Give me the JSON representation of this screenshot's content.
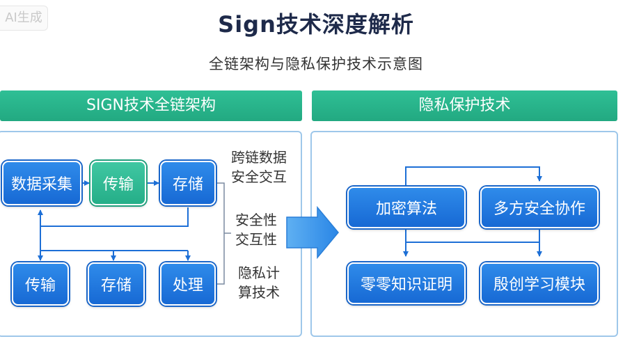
{
  "watermark": "AI生成",
  "title": "Sign技术深度解析",
  "subtitle": "全链架构与隐私保护技术示意图",
  "left_section": {
    "header": "SIGN技术全链架构",
    "top_row": [
      "数据采集",
      "传输",
      "存储"
    ],
    "bottom_row": [
      "传输",
      "存储",
      "处理"
    ],
    "side_labels": [
      [
        "跨链数据",
        "安全交互"
      ],
      [
        "安全性",
        "交互性"
      ],
      [
        "隐私计",
        "算技术"
      ]
    ]
  },
  "right_section": {
    "header": "隐私保护技术",
    "boxes": [
      "加密算法",
      "多方安全协作",
      "零零知识证明",
      "殷创学习模块"
    ]
  },
  "colors": {
    "box_blue": "#1f78e0",
    "box_green": "#2fbb95",
    "header_green": "#27b089",
    "panel_border": "#9ec7ea",
    "connector": "#1d6fd6"
  }
}
